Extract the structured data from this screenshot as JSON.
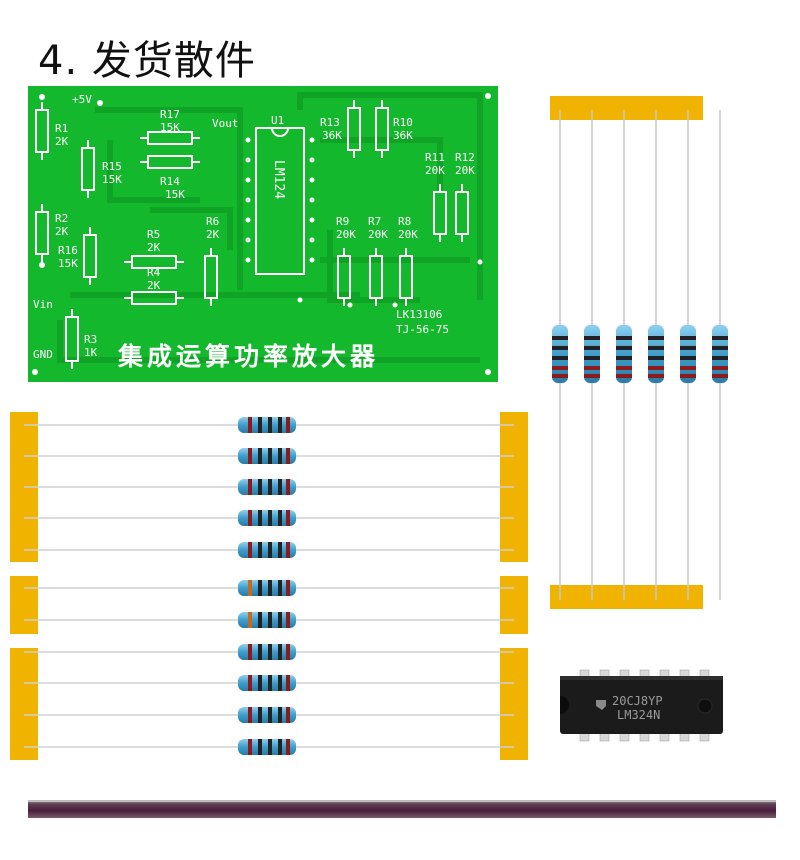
{
  "heading": "4. 发货散件",
  "pcb": {
    "title": "集成运算功率放大器",
    "labels": {
      "plus5v": "+5V",
      "vout": "Vout",
      "vin": "Vin",
      "gnd": "GND",
      "u1": "U1",
      "ic": "LM124",
      "code1": "LK13106",
      "code2": "TJ-56-75"
    },
    "components": [
      {
        "ref": "R1",
        "value": "2K"
      },
      {
        "ref": "R2",
        "value": "2K"
      },
      {
        "ref": "R3",
        "value": "1K"
      },
      {
        "ref": "R4",
        "value": "2K"
      },
      {
        "ref": "R5",
        "value": "2K"
      },
      {
        "ref": "R6",
        "value": "2K"
      },
      {
        "ref": "R7",
        "value": "20K"
      },
      {
        "ref": "R8",
        "value": "20K"
      },
      {
        "ref": "R9",
        "value": "20K"
      },
      {
        "ref": "R10",
        "value": "36K"
      },
      {
        "ref": "R11",
        "value": "20K"
      },
      {
        "ref": "R12",
        "value": "20K"
      },
      {
        "ref": "R13",
        "value": "36K"
      },
      {
        "ref": "R14",
        "value": "15K"
      },
      {
        "ref": "R15",
        "value": "15K"
      },
      {
        "ref": "R16",
        "value": "15K"
      },
      {
        "ref": "R17",
        "value": "15K"
      }
    ]
  },
  "chip": {
    "line1": "20CJ8YP",
    "line2": "LM324N"
  },
  "colors": {
    "pcb_green": "#14b82c",
    "tape_yellow": "#f0b400",
    "resistor_blue": "#4fa6cf",
    "chip_black": "#1b1b1b",
    "strip_purple": "#5a2a4a"
  }
}
